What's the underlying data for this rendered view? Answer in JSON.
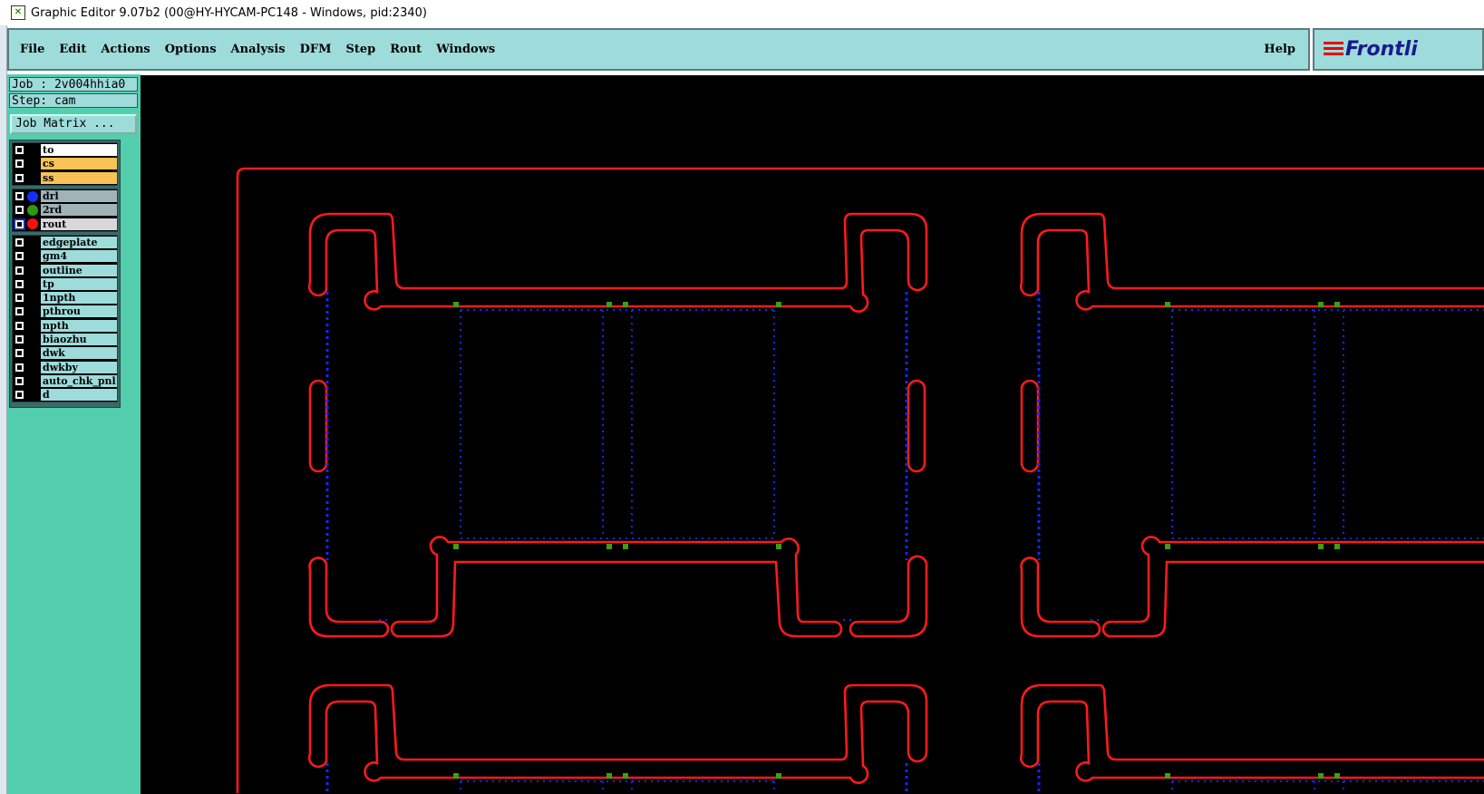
{
  "window": {
    "title": "Graphic Editor 9.07b2 (00@HY-HYCAM-PC148 - Windows, pid:2340)"
  },
  "menu": {
    "items": [
      "File",
      "Edit",
      "Actions",
      "Options",
      "Analysis",
      "DFM",
      "Step",
      "Rout",
      "Windows"
    ],
    "help": "Help"
  },
  "logo": {
    "text": "Frontli"
  },
  "sidebar": {
    "job": "Job : 2v004hhia0",
    "step": "Step: cam",
    "job_matrix": "Job Matrix ..."
  },
  "layer_groups": [
    [
      {
        "name": "to",
        "bg": "#ffffff"
      },
      {
        "name": "cs",
        "bg": "#f9c257"
      },
      {
        "name": "ss",
        "bg": "#f9c257"
      }
    ],
    [
      {
        "name": "drl",
        "bg": "#a0b4b8",
        "dot": "#1030ff"
      },
      {
        "name": "2rd",
        "bg": "#a0b4b8",
        "dot": "#2a9a10"
      },
      {
        "name": "rout",
        "bg": "#d8d8d8",
        "dot": "#ff1010",
        "active": true
      }
    ],
    [
      {
        "name": "edgeplate"
      },
      {
        "name": "gm4"
      },
      {
        "name": "outline"
      },
      {
        "name": "tp"
      },
      {
        "name": "1npth"
      },
      {
        "name": "pthrou"
      },
      {
        "name": "npth"
      },
      {
        "name": "biaozhu"
      },
      {
        "name": "dwk"
      },
      {
        "name": "dwkby"
      },
      {
        "name": "auto_chk_pnl"
      },
      {
        "name": "d"
      }
    ]
  ],
  "colors": {
    "rout": "#ff1a1a",
    "drl": "#1428ff",
    "pad": "#3aa010",
    "canvas": "#000000"
  }
}
